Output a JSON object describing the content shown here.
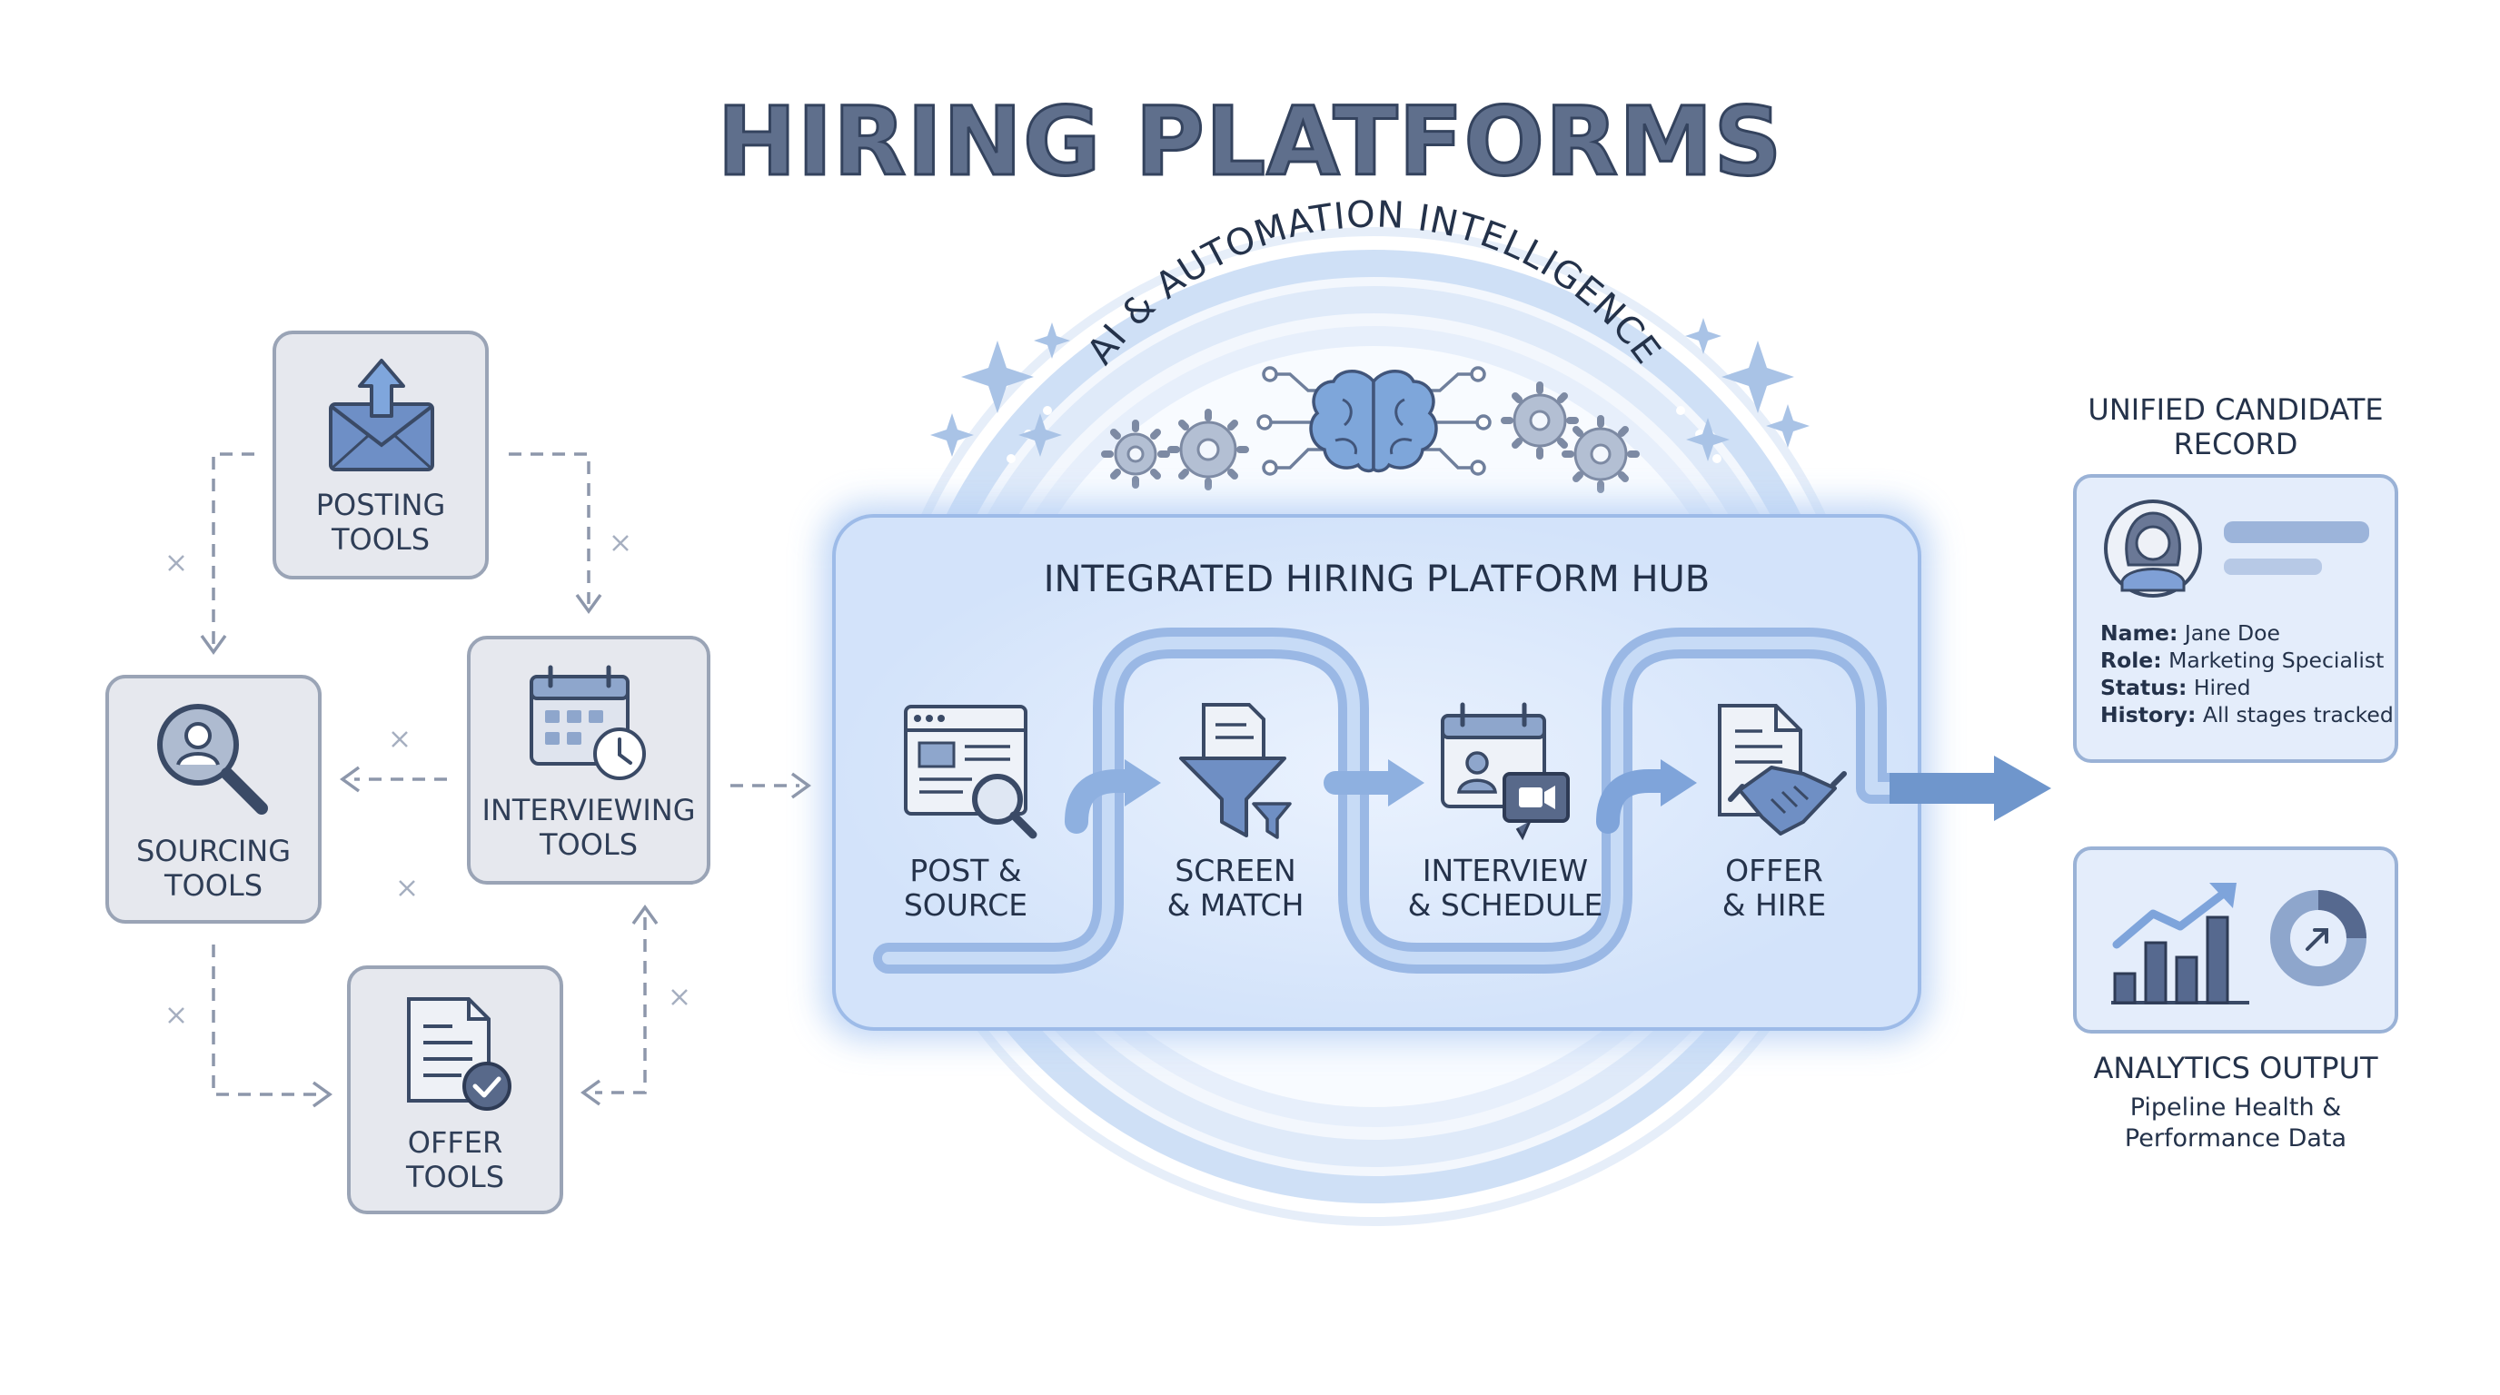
{
  "title": "HIRING PLATFORMS",
  "ai_ring_label": "AI & AUTOMATION INTELLIGENCE",
  "tools": {
    "posting": {
      "line1": "POSTING",
      "line2": "TOOLS",
      "icon": "envelope-upload-icon"
    },
    "sourcing": {
      "line1": "SOURCING",
      "line2": "TOOLS",
      "icon": "search-person-icon"
    },
    "interviewing": {
      "line1": "INTERVIEWING",
      "line2": "TOOLS",
      "icon": "calendar-clock-icon"
    },
    "offer": {
      "line1": "OFFER",
      "line2": "TOOLS",
      "icon": "document-check-icon"
    }
  },
  "hub": {
    "title": "INTEGRATED HIRING PLATFORM HUB",
    "stages": [
      {
        "line1": "POST &",
        "line2": "SOURCE",
        "icon": "browser-search-icon"
      },
      {
        "line1": "SCREEN",
        "line2": "& MATCH",
        "icon": "funnel-icon"
      },
      {
        "line1": "INTERVIEW",
        "line2": "& SCHEDULE",
        "icon": "calendar-video-icon"
      },
      {
        "line1": "OFFER",
        "line2": "& HIRE",
        "icon": "handshake-document-icon"
      }
    ]
  },
  "candidate_record": {
    "heading_line1": "UNIFIED CANDIDATE",
    "heading_line2": "RECORD",
    "fields": [
      {
        "label": "Name:",
        "value": "Jane Doe"
      },
      {
        "label": "Role:",
        "value": "Marketing Specialist"
      },
      {
        "label": "Status:",
        "value": "Hired"
      },
      {
        "label": "History:",
        "value": "All stages tracked"
      }
    ],
    "icon": "avatar-icon"
  },
  "analytics": {
    "heading": "ANALYTICS OUTPUT",
    "sub_line1": "Pipeline Health &",
    "sub_line2": "Performance Data",
    "icon": "bar-chart-trend-icon"
  },
  "colors": {
    "accent_blue": "#6f96cc",
    "light_blue": "#dbe8fa",
    "tool_box": "#e6e8ee",
    "tool_border": "#9aa4b6",
    "ink": "#24324a"
  }
}
